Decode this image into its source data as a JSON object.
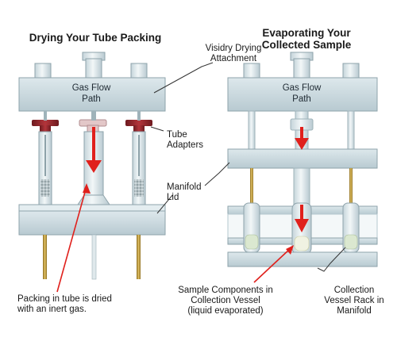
{
  "left_panel": {
    "title": "Drying Your Tube Packing",
    "block_label_line1": "Gas Flow",
    "block_label_line2": "Path"
  },
  "right_panel": {
    "title_line1": "Evaporating Your",
    "title_line2": "Collected Sample",
    "block_label_line1": "Gas Flow",
    "block_label_line2": "Path"
  },
  "callouts": {
    "visidry_line1": "Visidry Drying",
    "visidry_line2": "Attachment",
    "tube_adapters_line1": "Tube",
    "tube_adapters_line2": "Adapters",
    "manifold_lid_line1": "Manifold",
    "manifold_lid_line2": "Lid",
    "packing_line1": "Packing in tube is dried",
    "packing_line2": "with an inert gas.",
    "sample_line1": "Sample Components in",
    "sample_line2": "Collection Vessel",
    "sample_line3": "(liquid evaporated)",
    "rack_line1": "Collection",
    "rack_line2": "Vessel Rack in",
    "rack_line3": "Manifold"
  },
  "colors": {
    "apparatus": "#cfdde3",
    "apparatus_dark": "#a9bdc5",
    "flow_arrow": "#e0201c",
    "adapter_red": "#9b2a2f",
    "needle_gold": "#c9a23a"
  }
}
